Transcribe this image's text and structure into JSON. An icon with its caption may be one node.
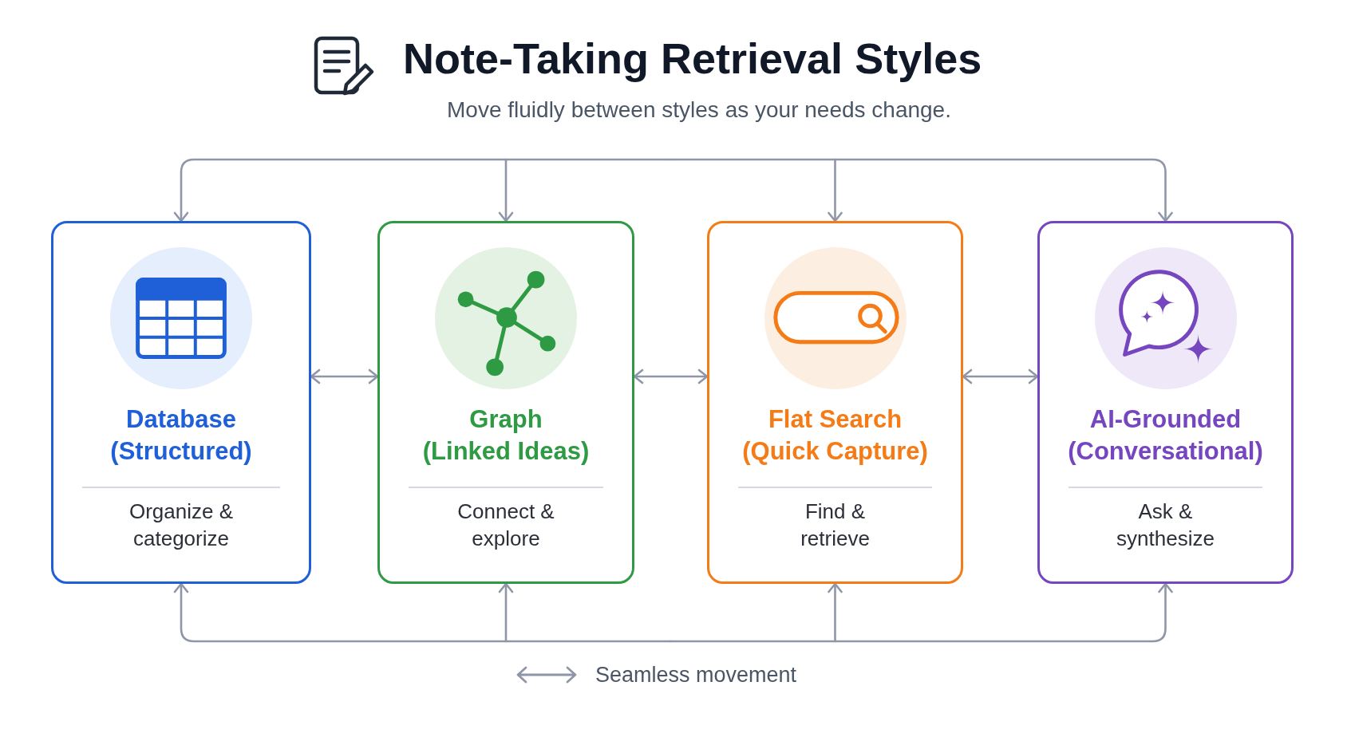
{
  "diagram": {
    "title": "Note-Taking Retrieval Styles",
    "nodes": [
      {
        "text": [
          "Database (Structured)",
          "Organize & categorize"
        ]
      },
      {
        "text": [
          "Graph (Linked Ideas)",
          "Connect & explore"
        ]
      },
      {
        "text": [
          "Flat Search (Quick Capture)",
          "Find & retrieve"
        ]
      },
      {
        "text": [
          "AI-Grounded (Conversational)",
          "Ask & synthesize"
        ]
      }
    ],
    "edges": [
      {
        "from": null,
        "to": 0,
        "arrow": "to"
      },
      {
        "from": null,
        "to": 1,
        "arrow": "to"
      },
      {
        "from": null,
        "to": 2,
        "arrow": "to"
      },
      {
        "from": null,
        "to": 3,
        "arrow": "to"
      },
      {
        "from": 0,
        "to": 1,
        "arrow": "both"
      },
      {
        "from": 1,
        "to": 2,
        "arrow": "both"
      },
      {
        "from": 2,
        "to": 3,
        "arrow": "both"
      },
      {
        "from": null,
        "to": 0,
        "arrow": "to"
      },
      {
        "from": null,
        "to": 1,
        "arrow": "to"
      },
      {
        "from": null,
        "to": 2,
        "arrow": "to"
      },
      {
        "from": null,
        "to": 3,
        "arrow": "to"
      }
    ],
    "labels": [
      "Move fluidly between styles as your needs change."
    ],
    "legend": [
      {
        "text": "Seamless movement"
      }
    ]
  }
}
